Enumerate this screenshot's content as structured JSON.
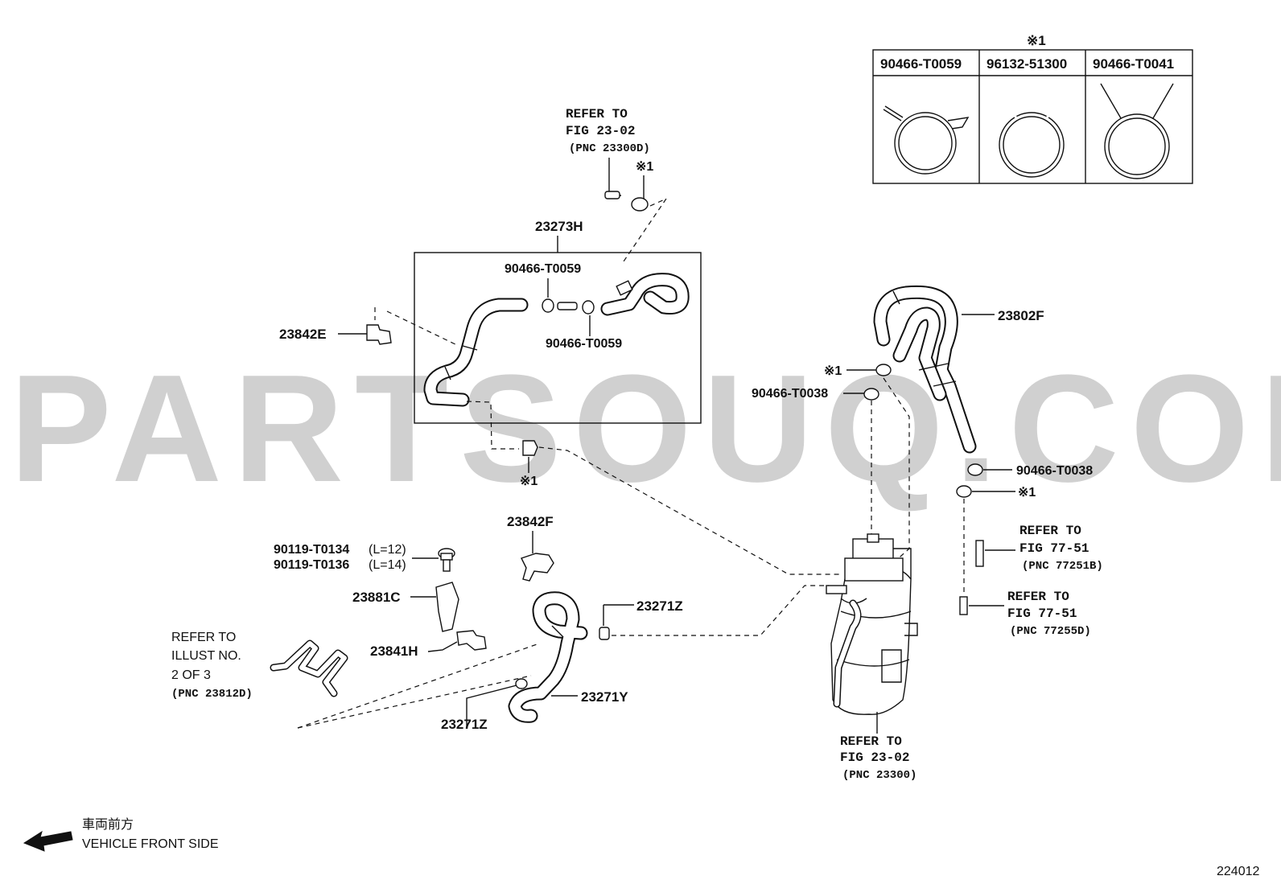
{
  "watermark": "PARTSOUQ.COM",
  "clip_table": {
    "note_mark": "※1",
    "columns": [
      "90466-T0059",
      "96132-51300",
      "90466-T0041"
    ]
  },
  "labels": {
    "p23273H": "23273H",
    "p90466_T0059_a": "90466-T0059",
    "p90466_T0059_b": "90466-T0059",
    "p23842E": "23842E",
    "p23802F": "23802F",
    "p90466_T0038_a": "90466-T0038",
    "p90466_T0038_b": "90466-T0038",
    "p23842F": "23842F",
    "p90119_T0134": "90119-T0134",
    "p90119_T0134_len": "(L=12)",
    "p90119_T0136": "90119-T0136",
    "p90119_T0136_len": "(L=14)",
    "p23881C": "23881C",
    "p23841H": "23841H",
    "p23271Z_a": "23271Z",
    "p23271Z_b": "23271Z",
    "p23271Y": "23271Y",
    "note_top": "※1",
    "note_mid_left": "※1",
    "note_mid_right": "※1",
    "note_right": "※1"
  },
  "refs": {
    "top": [
      "REFER TO",
      "FIG 23-02",
      "(PNC 23300D)"
    ],
    "right_a": [
      "REFER TO",
      "FIG 77-51",
      "(PNC 77251B)"
    ],
    "right_b": [
      "REFER TO",
      "FIG 77-51",
      "(PNC 77255D)"
    ],
    "left": [
      "REFER TO",
      "ILLUST NO.",
      "2 OF 3",
      "(PNC 23812D)"
    ],
    "bottom": [
      "REFER TO",
      "FIG 23-02",
      "(PNC 23300)"
    ]
  },
  "legend": {
    "direction_jp": "車両前方",
    "direction_en": "VEHICLE FRONT SIDE"
  },
  "diagram_number": "224012"
}
